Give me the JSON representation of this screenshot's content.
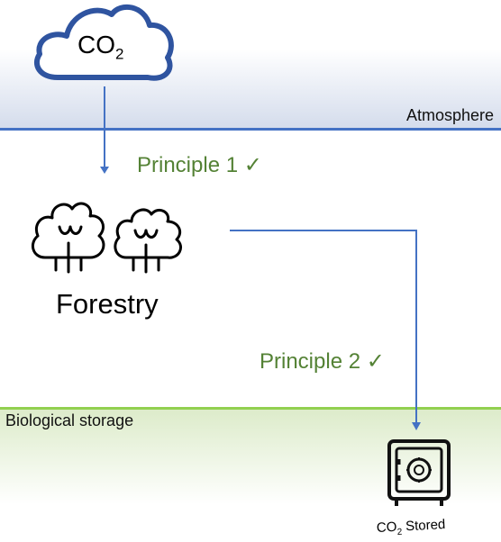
{
  "zones": {
    "atmosphere": "Atmosphere",
    "biological_storage": "Biological storage"
  },
  "cloud": {
    "formula_main": "CO",
    "formula_sub": "2"
  },
  "principles": {
    "p1": "Principle 1 ✓",
    "p2": "Principle 2 ✓"
  },
  "forestry": {
    "label": "Forestry"
  },
  "storage": {
    "formula_main": "CO",
    "formula_sub": "2",
    "label_rest": " Stored"
  },
  "colors": {
    "arrow": "#4472c4",
    "atmosphere_line": "#4472c4",
    "bio_line": "#92d050",
    "principle_text": "#548235"
  },
  "icons": [
    "cloud-icon",
    "trees-icon",
    "safe-icon"
  ]
}
